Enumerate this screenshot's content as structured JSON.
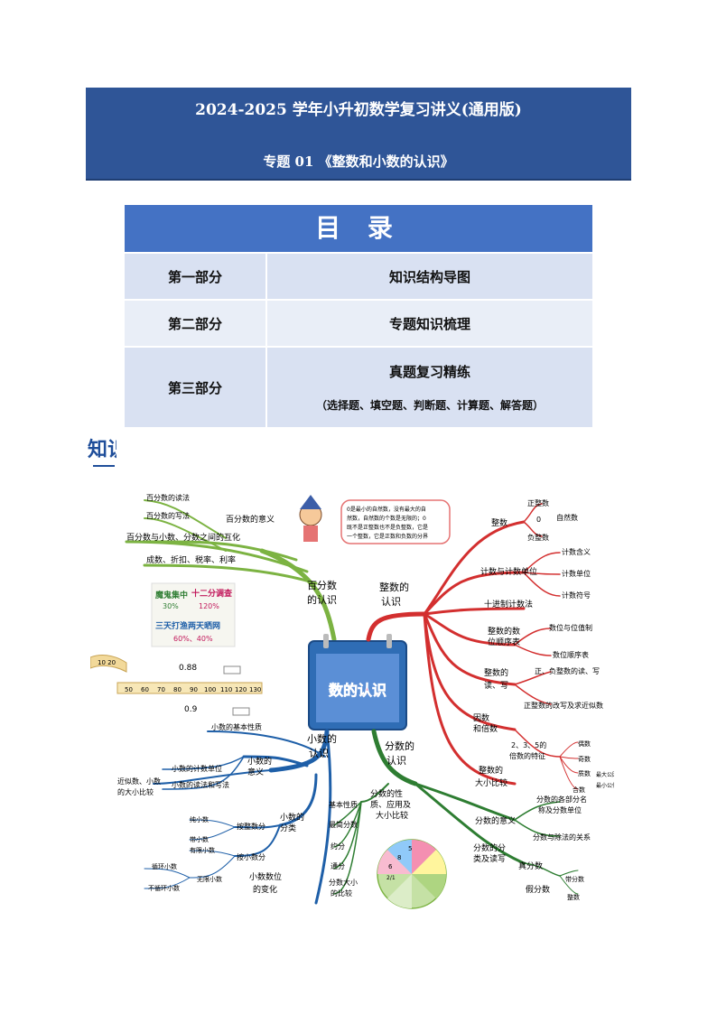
{
  "header": {
    "title": "2024-2025 学年小升初数学复习讲义(通用版)",
    "subtitle": "专题 01 《整数和小数的认识》"
  },
  "toc": {
    "heading": "目 录",
    "rows": [
      {
        "part": "第一部分",
        "content": "知识结构导图",
        "sub": ""
      },
      {
        "part": "第二部分",
        "content": "专题知识梳理",
        "sub": ""
      },
      {
        "part": "第三部分",
        "content": "真题复习精练",
        "sub": "（选择题、填空题、判断题、计算题、解答题）"
      }
    ]
  },
  "section_heading": "知识结构导图",
  "mindmap": {
    "center": "数的认识",
    "speech": [
      "0是最小的自然数，没有最大的自",
      "然数，自然数的个数是无限的；0",
      "既不是正整数也不是负整数，它是",
      "一个整数，它是正数和负数的分界"
    ],
    "percent": {
      "title": [
        "百分数",
        "的认识"
      ],
      "meaning": "百分数的意义",
      "read": "百分数的读法",
      "write": "百分数的写法",
      "convert": "百分数与小数、分数之间的互化",
      "apply": "成数、折扣、税率、利率"
    },
    "ad": {
      "line1a": "魔鬼集中",
      "line1b": "十二分调查",
      "p1": "30%",
      "p2": "120%",
      "line2": "三天打渔两天晒网",
      "p3": "60%、40%"
    },
    "ruler": {
      "ticks": [
        "50",
        "60",
        "70",
        "80",
        "90",
        "100",
        "110",
        "120",
        "130"
      ],
      "v1": "0.88",
      "v2": "0.9",
      "tape": "10  20"
    },
    "integer": {
      "title": [
        "整数的",
        "认识"
      ],
      "zs": "整数",
      "pos": "正整数",
      "zero": "0",
      "neg": "负整数",
      "nat": "自然数",
      "count": "计数与计数单位",
      "c1": "计数含义",
      "c2": "计数单位",
      "c3": "计数符号",
      "decimal": "十进制计数法",
      "order": [
        "整数的数",
        "位顺序表"
      ],
      "o1": "数位与位值制",
      "o2": "数位顺序表",
      "rw": [
        "整数的",
        "读、写"
      ],
      "rw1": "正、负整数的读、写",
      "rw2": "正整数的改写及求近似数",
      "factor": [
        "因数",
        "和倍数"
      ],
      "mult": [
        "2、3、5的",
        "倍数的特征"
      ],
      "f1": "偶数",
      "f2": "奇数",
      "f3": "质数",
      "f4": "合数",
      "g1": "最大公因数",
      "g2": "最小公倍数",
      "cmp": [
        "整数的",
        "大小比较"
      ]
    },
    "decimal": {
      "title": [
        "小数的",
        "认识"
      ],
      "basic": "小数的基本性质",
      "meaning": [
        "小数的",
        "意义"
      ],
      "m1": "小数的计数单位",
      "m2": "小数的读法和写法",
      "cmp": [
        "近似数、小数",
        "的大小比较"
      ],
      "cls": [
        "小数的",
        "分类"
      ],
      "byint": "按整数分",
      "pure": "纯小数",
      "mixed": "带小数",
      "bydec": "按小数分",
      "finite": "有限小数",
      "infinite": "无限小数",
      "rec": "循环小数",
      "nonrec": "不循环小数",
      "shift": [
        "小数数位",
        "的变化"
      ]
    },
    "fraction": {
      "title": [
        "分数的",
        "认识"
      ],
      "prop": [
        "分数的性",
        "质、应用及",
        "大小比较"
      ],
      "basic": "基本性质",
      "simplest": "最简分数",
      "reduce": "约分",
      "common": "通分",
      "cmp": [
        "分数大小",
        "的比较"
      ],
      "meaning": "分数的意义",
      "m1": [
        "分数的各部分名",
        "称及分数单位"
      ],
      "m2": "分数与除法的关系",
      "cls": [
        "分数的分",
        "类及读写"
      ],
      "proper": "真分数",
      "improper": "假分数",
      "mixed": "带分数",
      "whole": "整数"
    },
    "pie": {
      "a": "5",
      "b": "8",
      "c": "6",
      "d": "2/1"
    }
  },
  "colors": {
    "banner": "#2F5597",
    "toc_head": "#4472C4",
    "cell": "#D9E1F2",
    "green": "#7CB342",
    "red": "#D32F2F",
    "blue": "#1E5FA8",
    "dgreen": "#2E7D32"
  }
}
